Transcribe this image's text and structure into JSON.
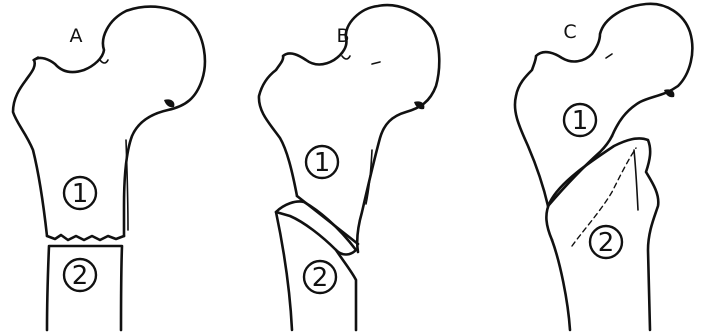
{
  "figures": [
    {
      "panel_label": "A",
      "fragments": [
        {
          "number": "1"
        },
        {
          "number": "2"
        }
      ]
    },
    {
      "panel_label": "B",
      "fragments": [
        {
          "number": "1"
        },
        {
          "number": "2"
        }
      ]
    },
    {
      "panel_label": "C",
      "fragments": [
        {
          "number": "1"
        },
        {
          "number": "2"
        }
      ]
    }
  ]
}
